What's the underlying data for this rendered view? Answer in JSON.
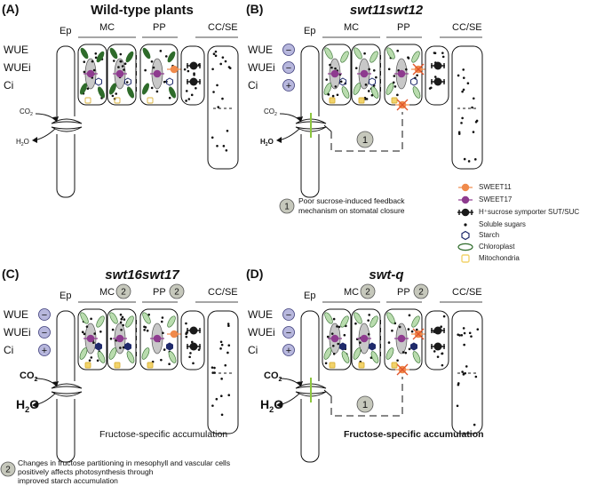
{
  "panels": [
    {
      "letter": "(A)",
      "title": "Wild-type plants",
      "mc_badge": "",
      "pp_badge": "",
      "indicators": [
        {
          "label": "WUE",
          "sign": ""
        },
        {
          "label": "WUEi",
          "sign": ""
        },
        {
          "label": "Ci",
          "sign": ""
        }
      ],
      "feedback_badge": "",
      "note": ""
    },
    {
      "letter": "(B)",
      "title": "swt11swt12",
      "mc_badge": "",
      "pp_badge": "",
      "indicators": [
        {
          "label": "WUE",
          "sign": "−"
        },
        {
          "label": "WUEi",
          "sign": "−"
        },
        {
          "label": "Ci",
          "sign": "+"
        }
      ],
      "feedback_badge": "1",
      "note": ""
    },
    {
      "letter": "(C)",
      "title": "swt16swt17",
      "mc_badge": "2",
      "pp_badge": "2",
      "indicators": [
        {
          "label": "WUE",
          "sign": "−"
        },
        {
          "label": "WUEi",
          "sign": "−"
        },
        {
          "label": "Ci",
          "sign": "+"
        }
      ],
      "feedback_badge": "",
      "note": "Fructose-specific accumulation"
    },
    {
      "letter": "(D)",
      "title": "swt-q",
      "mc_badge": "2",
      "pp_badge": "2",
      "indicators": [
        {
          "label": "WUE",
          "sign": "−"
        },
        {
          "label": "WUEi",
          "sign": "−"
        },
        {
          "label": "Ci",
          "sign": "+"
        }
      ],
      "feedback_badge": "1",
      "note": "Fructose-specific accumulation"
    }
  ],
  "cell_labels": {
    "ep": "Ep",
    "mc": "MC",
    "pp": "PP",
    "cc_se": "CC/SE"
  },
  "gas": {
    "co2": "CO",
    "co2_sub": "2",
    "h2o": "H",
    "h2o_sub": "2",
    "h2o_suffix": "O"
  },
  "notes": {
    "note1_badge": "1",
    "note1_text_line1": "Poor sucrose-induced feedback",
    "note1_text_line2": "mechanism on stomatal closure",
    "note2_badge": "2",
    "note2_text_line1": "Changes in fructose partitioning in mesophyll and vascular cells",
    "note2_text_line2": "positively affects photosynthesis through",
    "note2_text_line3": "improved starch accumulation"
  },
  "legend": [
    {
      "key": "sweet11",
      "label": "SWEET11",
      "icon": "sweet11-transporter-icon"
    },
    {
      "key": "sweet17",
      "label": "SWEET17",
      "icon": "sweet17-transporter-icon"
    },
    {
      "key": "suc",
      "label": "H⁺sucrose symporter SUT/SUC",
      "icon": "symporter-icon"
    },
    {
      "key": "sugar",
      "label": "Soluble sugars",
      "icon": "soluble-sugar-icon"
    },
    {
      "key": "starch",
      "label": "Starch",
      "icon": "starch-icon"
    },
    {
      "key": "chloro",
      "label": "Chloroplast",
      "icon": "chloroplast-icon"
    },
    {
      "key": "mito",
      "label": "Mitochondria",
      "icon": "mitochondria-icon"
    }
  ],
  "colors": {
    "sweet11": "#f08a4b",
    "sweet17": "#8e3b8f",
    "suc": "#1a1a1a",
    "chloro_wt": "#2e6b2a",
    "chloro_mut": "#b9dcae",
    "starch": "#1f2a6b",
    "mito": "#f2d36b",
    "badge": "#c6c8bc",
    "sign": "#b7b7dd",
    "guard_green": "#8dc63f",
    "vacuole": "#c8c8c8"
  }
}
